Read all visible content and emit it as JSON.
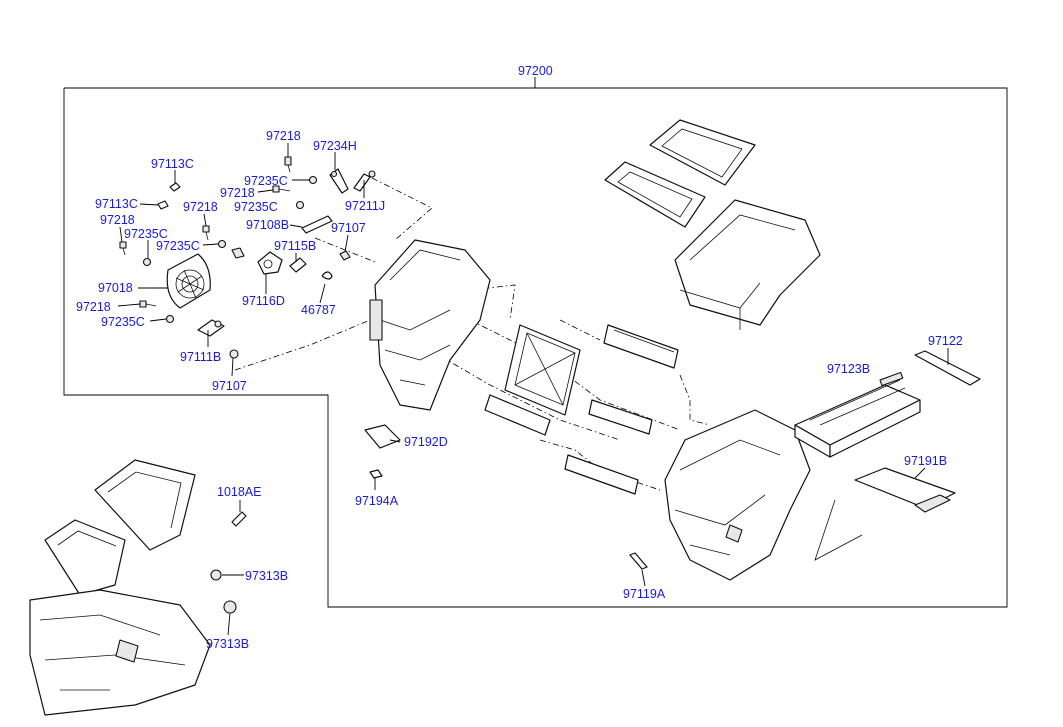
{
  "diagram": {
    "assembly_label": "97200",
    "labels": {
      "p97218_a": "97218",
      "p97234H": "97234H",
      "p97113C_a": "97113C",
      "p97235C_a": "97235C",
      "p97218_b": "97218",
      "p97211J": "97211J",
      "p97113C_b": "97113C",
      "p97218_c": "97218",
      "p97235C_b": "97235C",
      "p97218_d": "97218",
      "p97108B": "97108B",
      "p97235C_c": "97235C",
      "p97107_a": "97107",
      "p97235C_d": "97235C",
      "p97115B": "97115B",
      "p97018": "97018",
      "p97116D": "97116D",
      "p97218_e": "97218",
      "p46787": "46787",
      "p97235C_e": "97235C",
      "p97111B": "97111B",
      "p97107_b": "97107",
      "p97122": "97122",
      "p97123B": "97123B",
      "p97192D": "97192D",
      "p97194A": "97194A",
      "p97191B": "97191B",
      "p1018AE": "1018AE",
      "p97313B_a": "97313B",
      "p97313B_b": "97313B",
      "p97119A": "97119A"
    }
  }
}
